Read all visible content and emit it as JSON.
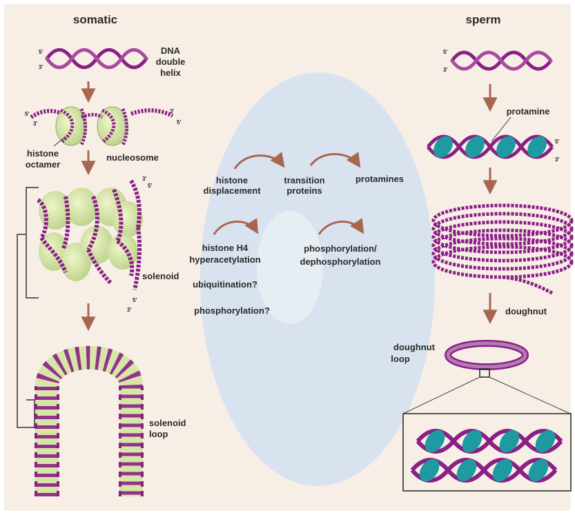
{
  "headings": {
    "somatic": "somatic",
    "sperm": "sperm"
  },
  "somatic": {
    "dna_line1": "DNA",
    "dna_line2": "double",
    "dna_line3": "helix",
    "histone_line1": "histone",
    "histone_line2": "octamer",
    "nucleosome": "nucleosome",
    "solenoid": "solenoid",
    "solenoid_loop_line1": "solenoid",
    "solenoid_loop_line2": "loop"
  },
  "sperm": {
    "protamine": "protamine",
    "doughnut": "doughnut",
    "doughnut_loop_line1": "doughnut",
    "doughnut_loop_line2": "loop"
  },
  "center": {
    "histone_displacement_line1": "histone",
    "histone_displacement_line2": "displacement",
    "transition_line1": "transition",
    "transition_line2": "proteins",
    "protamines": "protamines",
    "h4_line1": "histone H4",
    "h4_line2": "hyperacetylation",
    "phospho_line1": "phosphorylation/",
    "phospho_line2": "dephosphorylation",
    "ubiquitination": "ubiquitination?",
    "phosphorylation_q": "phosphorylation?"
  },
  "ends": {
    "five_prime": "5'",
    "three_prime": "3'"
  },
  "colors": {
    "background": "#f7efe6",
    "ellipse": "#d9e3f0",
    "dna": "#8a1f86",
    "histone": "#d7e6a8",
    "protamine": "#1e9ba0",
    "arrow": "#a8664f"
  }
}
